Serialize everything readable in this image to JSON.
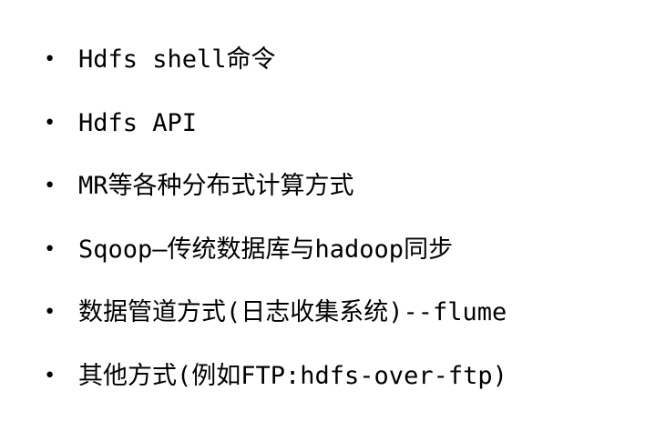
{
  "slide": {
    "bullet_symbol": "•",
    "items": [
      {
        "text": "Hdfs shell命令"
      },
      {
        "text": "Hdfs API"
      },
      {
        "text": "MR等各种分布式计算方式"
      },
      {
        "text": "Sqoop—传统数据库与hadoop同步"
      },
      {
        "text": "数据管道方式(日志收集系统)--flume"
      },
      {
        "text": "其他方式(例如FTP:hdfs-over-ftp)"
      }
    ]
  }
}
